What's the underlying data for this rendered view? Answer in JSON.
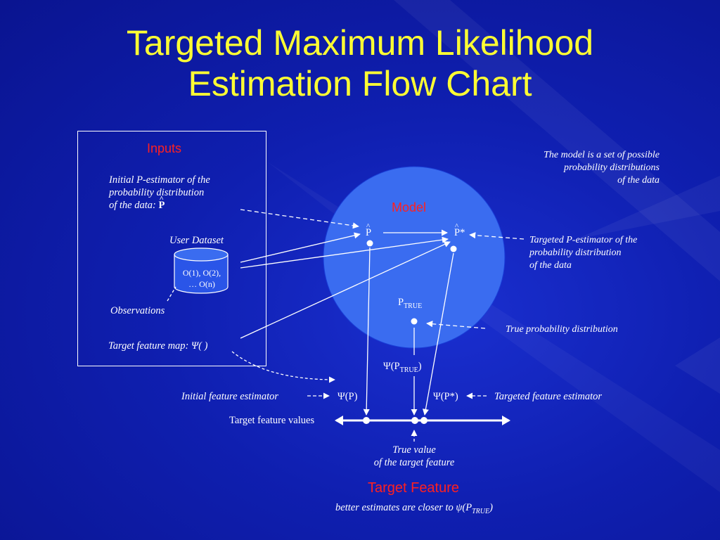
{
  "slide": {
    "title_line1": "Targeted Maximum Likelihood",
    "title_line2": "Estimation Flow Chart"
  },
  "inputs": {
    "heading": "Inputs",
    "p_estimator_line1": "Initial P-estimator of the",
    "p_estimator_line2": "probability distribution",
    "p_estimator_line3": "of the data: ",
    "p_symbol": "P",
    "user_dataset": "User Dataset",
    "cylinder_line1": "O(1), O(2),",
    "cylinder_line2": "… O(n)",
    "observations": "Observations",
    "target_map": "Target feature map: Ψ( )"
  },
  "model": {
    "heading": "Model",
    "note_line1": "The model is a set of possible",
    "note_line2": "probability distributions",
    "note_line3": "of the data",
    "p_hat": "P",
    "p_star": "P*",
    "p_true_base": "P",
    "p_true_sub": "TRUE",
    "targeted_line1": "Targeted P-estimator of the",
    "targeted_line2": "probability distribution",
    "targeted_line3": "of the data",
    "true_dist": "True probability distribution"
  },
  "features": {
    "psi_true_base": "Ψ(P",
    "psi_true_sub": "TRUE",
    "psi_true_close": ")",
    "initial_label": "Initial feature estimator",
    "psi_p_hat": "Ψ(P)",
    "psi_p_star": "Ψ(P*)",
    "targeted_label": "Targeted feature estimator",
    "values_label": "Target feature values",
    "true_value_line1": "True value",
    "true_value_line2": "of the target feature"
  },
  "footer": {
    "heading": "Target Feature",
    "caption_pre": "better estimates are closer to ψ(P",
    "caption_sub": "TRUE",
    "caption_post": ")"
  },
  "colors": {
    "background": "#0f1fb0",
    "title": "#ffff33",
    "heading_red": "#ff2020",
    "model_circle": "#3a6cf0",
    "lines": "#ffffff"
  }
}
